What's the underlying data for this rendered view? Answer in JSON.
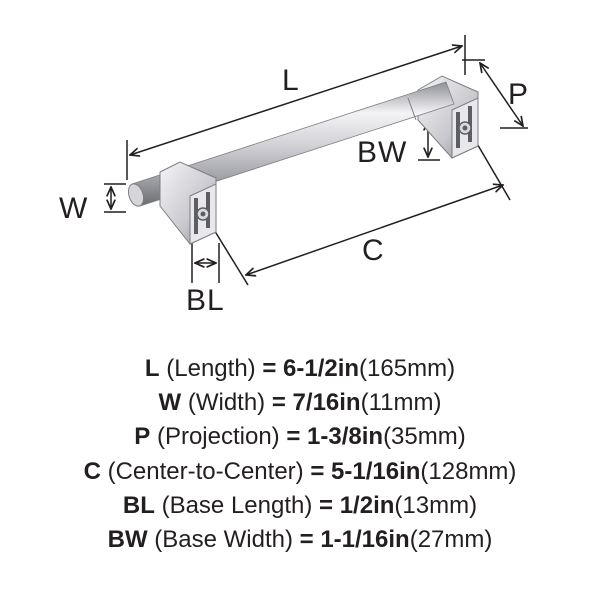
{
  "labels": {
    "L": "L",
    "P": "P",
    "BW": "BW",
    "W": "W",
    "C": "C",
    "BL": "BL"
  },
  "specs": [
    {
      "abbr": "L",
      "name": "(Length)",
      "eq": "=",
      "imperial": "6-1/2in",
      "metric": "(165mm)"
    },
    {
      "abbr": "W",
      "name": "(Width)",
      "eq": "=",
      "imperial": "7/16in",
      "metric": "(11mm)"
    },
    {
      "abbr": "P",
      "name": "(Projection)",
      "eq": "=",
      "imperial": "1-3/8in",
      "metric": "(35mm)"
    },
    {
      "abbr": "C",
      "name": "(Center-to-Center)",
      "eq": "=",
      "imperial": "5-1/16in",
      "metric": "(128mm)"
    },
    {
      "abbr": "BL",
      "name": "(Base Length)",
      "eq": "=",
      "imperial": "1/2in",
      "metric": "(13mm)"
    },
    {
      "abbr": "BW",
      "name": "(Base Width)",
      "eq": "=",
      "imperial": "1-1/16in",
      "metric": "(27mm)"
    }
  ],
  "colors": {
    "text": "#231f20",
    "dimension_line": "#231f20",
    "metal_light": "#f2f2f4",
    "metal_mid": "#c9c9cf",
    "metal_dark": "#7d7e84"
  }
}
